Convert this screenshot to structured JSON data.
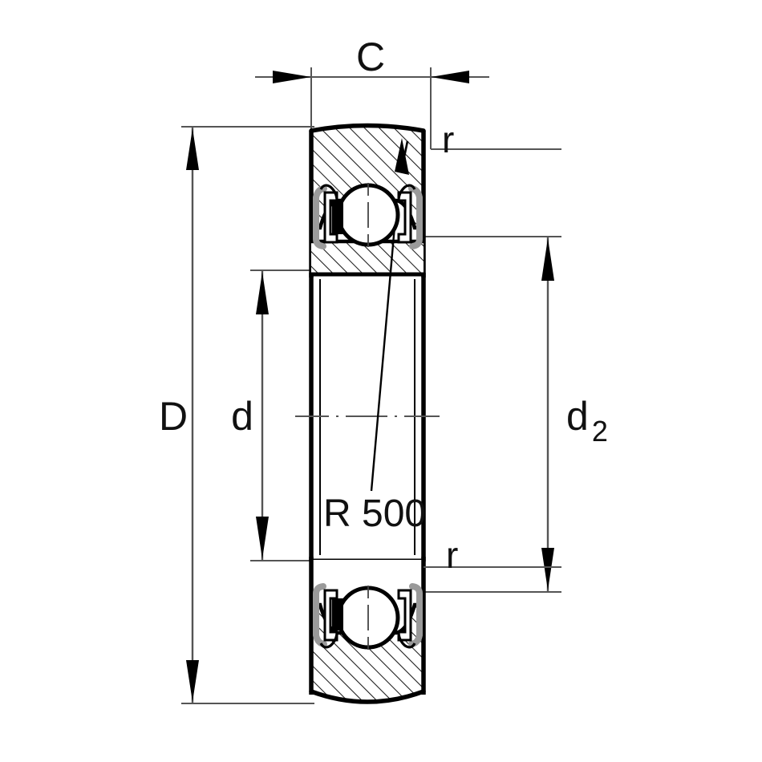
{
  "drawing": {
    "type": "engineering-cross-section",
    "subject": "deep groove ball bearing sectional view",
    "background_color": "#ffffff",
    "line_color": "#000000",
    "dim_line_color": "#555555",
    "hatch_color": "#1a1a1a",
    "seal_color": "#9a9a9a"
  },
  "labels": {
    "width_C": "C",
    "outer_diameter_D": "D",
    "bore_d": "d",
    "shoulder_d2": "d",
    "shoulder_d2_subscript": "2",
    "corner_radius_top": "r",
    "corner_radius_bottom": "r",
    "crown_radius": "R 500"
  },
  "dimensions": {
    "C": {
      "label": "C",
      "orientation": "horizontal",
      "position": "top"
    },
    "D": {
      "label": "D",
      "orientation": "vertical",
      "position": "left-outer"
    },
    "d": {
      "label": "d",
      "orientation": "vertical",
      "position": "left-inner"
    },
    "d2": {
      "label": "d2",
      "orientation": "vertical",
      "position": "right"
    }
  },
  "annotations": [
    {
      "name": "corner-radius-top",
      "text": "r"
    },
    {
      "name": "corner-radius-bottom",
      "text": "r"
    },
    {
      "name": "crown-radius-leader",
      "text": "R 500"
    }
  ]
}
